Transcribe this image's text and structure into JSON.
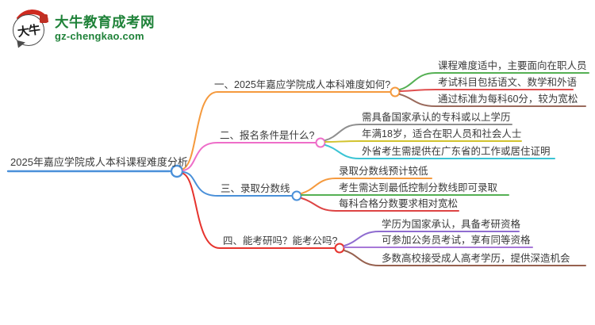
{
  "brand": {
    "name": "大牛教育成考网",
    "domain": "gz-chengkao.com",
    "logo_text": "大牛",
    "color": "#1f8239"
  },
  "mindmap": {
    "root": {
      "label": "2025年嘉应学院成人本科课程难度分析",
      "color": "#4a90d9"
    },
    "branches": [
      {
        "label": "一、2025年嘉应学院成人本科难度如何?",
        "color": "#f59a3e",
        "children": [
          {
            "label": "课程难度适中，主要面向在职人员",
            "color": "#55b054"
          },
          {
            "label": "考试科目包括语文、数学和外语",
            "color": "#e05050"
          },
          {
            "label": "通过标准为每科60分，较为宽松",
            "color": "#9a6a5c"
          }
        ]
      },
      {
        "label": "二、报名条件是什么?",
        "color": "#ee6ec9",
        "children": [
          {
            "label": "需具备国家承认的专科或以上学历",
            "color": "#8f8f8f"
          },
          {
            "label": "年满18岁，适合在职人员和社会人士",
            "color": "#d2c32e"
          },
          {
            "label": "外省考生需提供在广东省的工作或居住证明",
            "color": "#3bc4d4"
          }
        ]
      },
      {
        "label": "三、录取分数线",
        "color": "#4a90d9",
        "children": [
          {
            "label": "录取分数线预计较低",
            "color": "#f59a3e"
          },
          {
            "label": "考生需达到最低控制分数线即可录取",
            "color": "#55b054"
          },
          {
            "label": "每科合格分数要求相对宽松",
            "color": "#dd4444"
          }
        ]
      },
      {
        "label": "四、能考研吗？能考公吗?",
        "color": "#e6332d",
        "children": [
          {
            "label": "学历为国家承认，具备考研资格",
            "color": "#8f6cd0"
          },
          {
            "label": "可参加公务员考试，享有同等资格",
            "color": "#a778d8"
          },
          {
            "label": "多数高校接受成人高考学历，提供深造机会",
            "color": "#97614f"
          }
        ]
      }
    ]
  }
}
